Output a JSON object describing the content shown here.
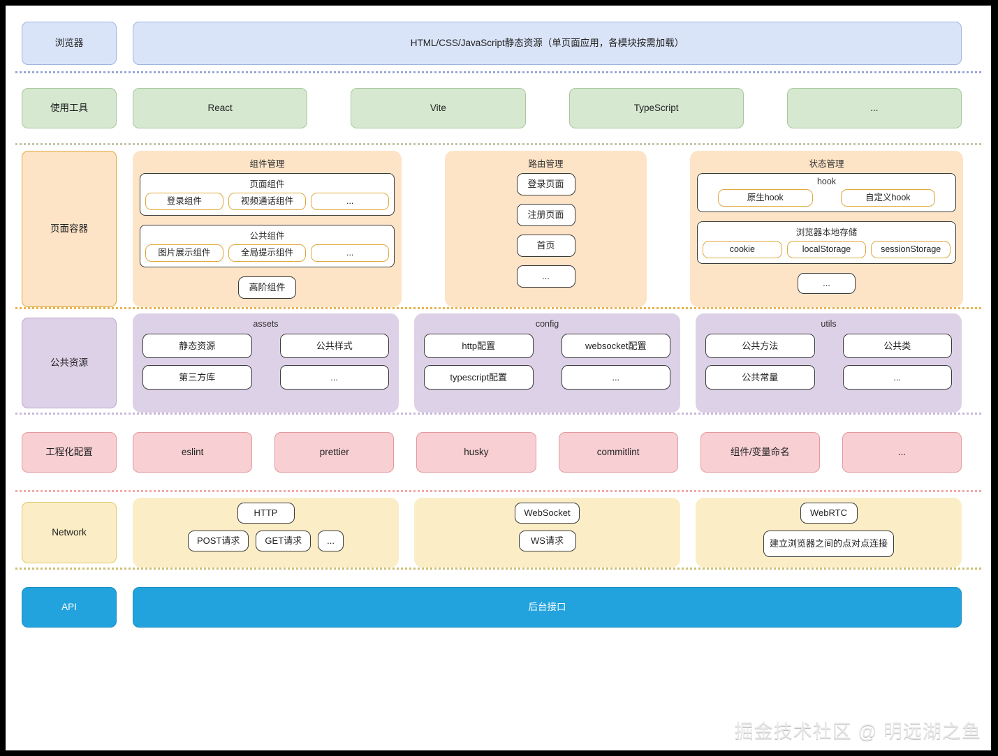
{
  "watermark": "掘金技术社区 @ 明远湖之鱼",
  "rows": {
    "browser": {
      "label": "浏览器",
      "banner": "HTML/CSS/JavaScript静态资源（单页面应用，各模块按需加载）"
    },
    "tools": {
      "label": "使用工具",
      "items": [
        "React",
        "Vite",
        "TypeScript",
        "..."
      ]
    },
    "page_container": {
      "label": "页面容器",
      "groups": {
        "components": {
          "title": "组件管理",
          "page_components": {
            "title": "页面组件",
            "chips": [
              "登录组件",
              "视频通话组件",
              "..."
            ]
          },
          "common_components": {
            "title": "公共组件",
            "chips": [
              "图片展示组件",
              "全局提示组件",
              "..."
            ]
          },
          "hoc": "高阶组件"
        },
        "router": {
          "title": "路由管理",
          "items": [
            "登录页面",
            "注册页面",
            "首页",
            "..."
          ]
        },
        "state": {
          "title": "状态管理",
          "hook": {
            "title": "hook",
            "chips": [
              "原生hook",
              "自定义hook"
            ]
          },
          "storage": {
            "title": "浏览器本地存储",
            "chips": [
              "cookie",
              "localStorage",
              "sessionStorage"
            ]
          },
          "more": "..."
        }
      }
    },
    "public_resources": {
      "label": "公共资源",
      "groups": [
        {
          "title": "assets",
          "items": [
            "静态资源",
            "公共样式",
            "第三方库",
            "..."
          ]
        },
        {
          "title": "config",
          "items": [
            "http配置",
            "websocket配置",
            "typescript配置",
            "..."
          ]
        },
        {
          "title": "utils",
          "items": [
            "公共方法",
            "公共类",
            "公共常量",
            "..."
          ]
        }
      ]
    },
    "engineering": {
      "label": "工程化配置",
      "items": [
        "eslint",
        "prettier",
        "husky",
        "commitlint",
        "组件/变量命名",
        "..."
      ]
    },
    "network": {
      "label": "Network",
      "groups": [
        {
          "top": "HTTP",
          "bottom": [
            "POST请求",
            "GET请求",
            "..."
          ]
        },
        {
          "top": "WebSocket",
          "bottom": [
            "WS请求"
          ]
        },
        {
          "top": "WebRTC",
          "bottom": [
            "建立浏览器之间的点对点连接"
          ]
        }
      ]
    },
    "api": {
      "label": "API",
      "banner": "后台接口"
    }
  },
  "colors": {
    "browser": "#dae4f8",
    "tools": "#d6e8d0",
    "page_container": "#fde4c6",
    "public_resources": "#ddd1e8",
    "engineering": "#f8cfd2",
    "network": "#fbeec6",
    "api": "#22a3dd"
  }
}
